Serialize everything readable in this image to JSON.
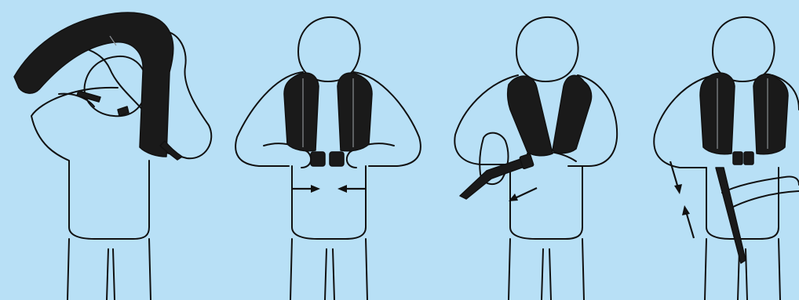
{
  "colors": {
    "background": "#b8e0f6",
    "outline": "#111111",
    "vest": "#1a1a1a"
  },
  "steps": [
    {
      "icon": "put-vest-over-head-icon",
      "arrows": 0
    },
    {
      "icon": "fasten-buckle-icon",
      "arrows": 2
    },
    {
      "icon": "pull-strap-tight-icon",
      "arrows": 1
    },
    {
      "icon": "adjust-crotch-strap-icon",
      "arrows": 2
    }
  ]
}
